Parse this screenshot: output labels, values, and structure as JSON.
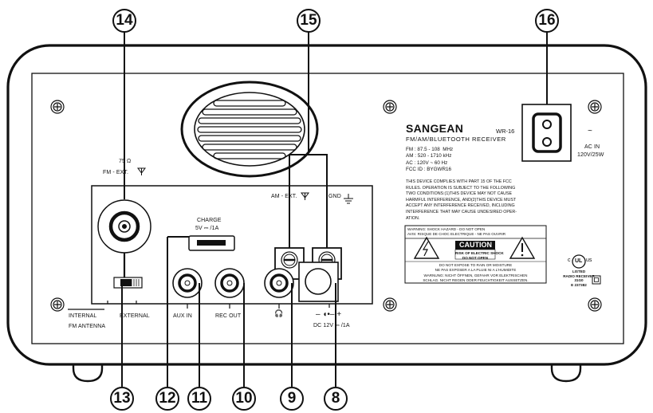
{
  "callouts": {
    "c8": "8",
    "c9": "9",
    "c10": "10",
    "c11": "11",
    "c12": "12",
    "c13": "13",
    "c14": "14",
    "c15": "15",
    "c16": "16"
  },
  "panel": {
    "fm_impedance": "75 Ω",
    "fm_ext": "FM - EXT.",
    "am_ext": "AM - EXT.",
    "gnd": "GND",
    "charge": "CHARGE",
    "charge_rating": "5V ⎓ /1A",
    "internal": "INTERNAL",
    "external": "EXTERNAL",
    "fm_antenna": "FM ANTENNA",
    "aux_in": "AUX IN",
    "rec_out": "REC OUT",
    "headphone": "🎧",
    "dc_polarity": "– ◖•– +",
    "dc_rating": "DC 12V ⎓ /1A",
    "ac_symbol": "~",
    "ac_in": "AC IN",
    "ac_rating": "120V/25W"
  },
  "label": {
    "brand": "SANGEAN",
    "model": "WR-16",
    "subtitle": "FM/AM/BLUETOOTH RECEIVER",
    "specs": "FM : 87.5 - 108  MHz\nAM : 520 - 1710 kHz\nAC : 120V ~ 60 Hz\nFCC ID : BYGWR16",
    "fcc": "THIS DEVICE COMPLIES WITH PART 15 OF THE FCC\nRULES. OPERATION IS SUBJECT TO THE FOLLOWING\nTWO CONDITIONS:(1)THIS DEVICE MAY NOT CAUSE\nHARMFUL INTERFERENCE, AND(2)THIS DEVICE MUST\nACCEPT ANY INTERFERENCE RECEIVED, INCLUDING\nINTERFERENCE THAT MAY CAUSE UNDESIRED OPER-\nATION.",
    "warning_en": "WARNING: SHOCK HAZARD - DO NOT OPEN",
    "warning_fr": "AVIS: RISQUE DE CHOC ELECTRIQUE - NE PAS OUVRIR",
    "caution": "CAUTION",
    "caution_sub": "RISK OF ELECTRIC SHOCK\nDO NOT OPEN",
    "rain": "DO NOT EXPOSE TO RAIN OR MOISTURE\nNE PAS EXPOSER A LA PLUIE NI A L'HUMIDITE",
    "warning_de": "WARNUNG: NICHT ÖFFNEN, GEFAHR VOR ELEKTRISCHEN\nSCHLAG. NICHT REGEN ODER FEUCHTIGKEIT AUSSETZEN.",
    "ul_c": "c",
    "ul": "UL",
    "ul_us": "us",
    "listed": "LISTED\nRADIO RECEIVER\n31G0\nE 237382"
  }
}
